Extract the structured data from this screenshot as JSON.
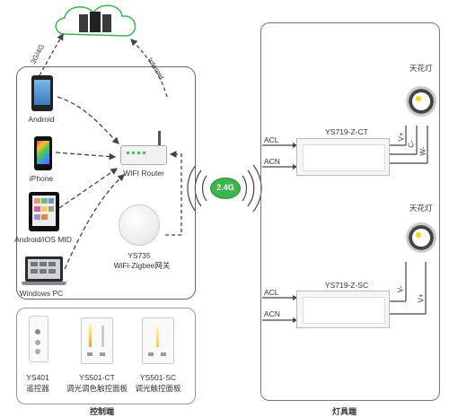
{
  "network": {
    "cloud_label": "",
    "link_3g4g": "3G/4G",
    "link_internet": "Internet"
  },
  "control": {
    "devices": {
      "android": "Android",
      "iphone": "iPhone",
      "tablet": "Android/iOS MID",
      "pc": "Windows PC"
    },
    "router": "WIFI Router",
    "gateway_model": "YS735",
    "gateway_desc": "WiFi-Zigbee网关",
    "section_label": "控制端"
  },
  "wireless": {
    "band": "2.4G"
  },
  "remotes": [
    {
      "model": "YS401",
      "desc": "遥控器"
    },
    {
      "model": "YS501-CT",
      "desc": "调光调色触控面板"
    },
    {
      "model": "YS501-SC",
      "desc": "调光触控面板"
    }
  ],
  "lamp_side": {
    "section_label": "灯具端",
    "drivers": [
      {
        "model": "YS719-Z-CT",
        "in1": "ACL",
        "in2": "ACN",
        "out1": "V+",
        "out2": "C-",
        "out3": "W-",
        "lamp": "天花灯"
      },
      {
        "model": "YS719-Z-SC",
        "in1": "ACL",
        "in2": "ACN",
        "out1": "V-",
        "out2": "V+",
        "lamp": "天花灯"
      }
    ]
  },
  "colors": {
    "accent": "#3cb54a",
    "line": "#555555"
  }
}
